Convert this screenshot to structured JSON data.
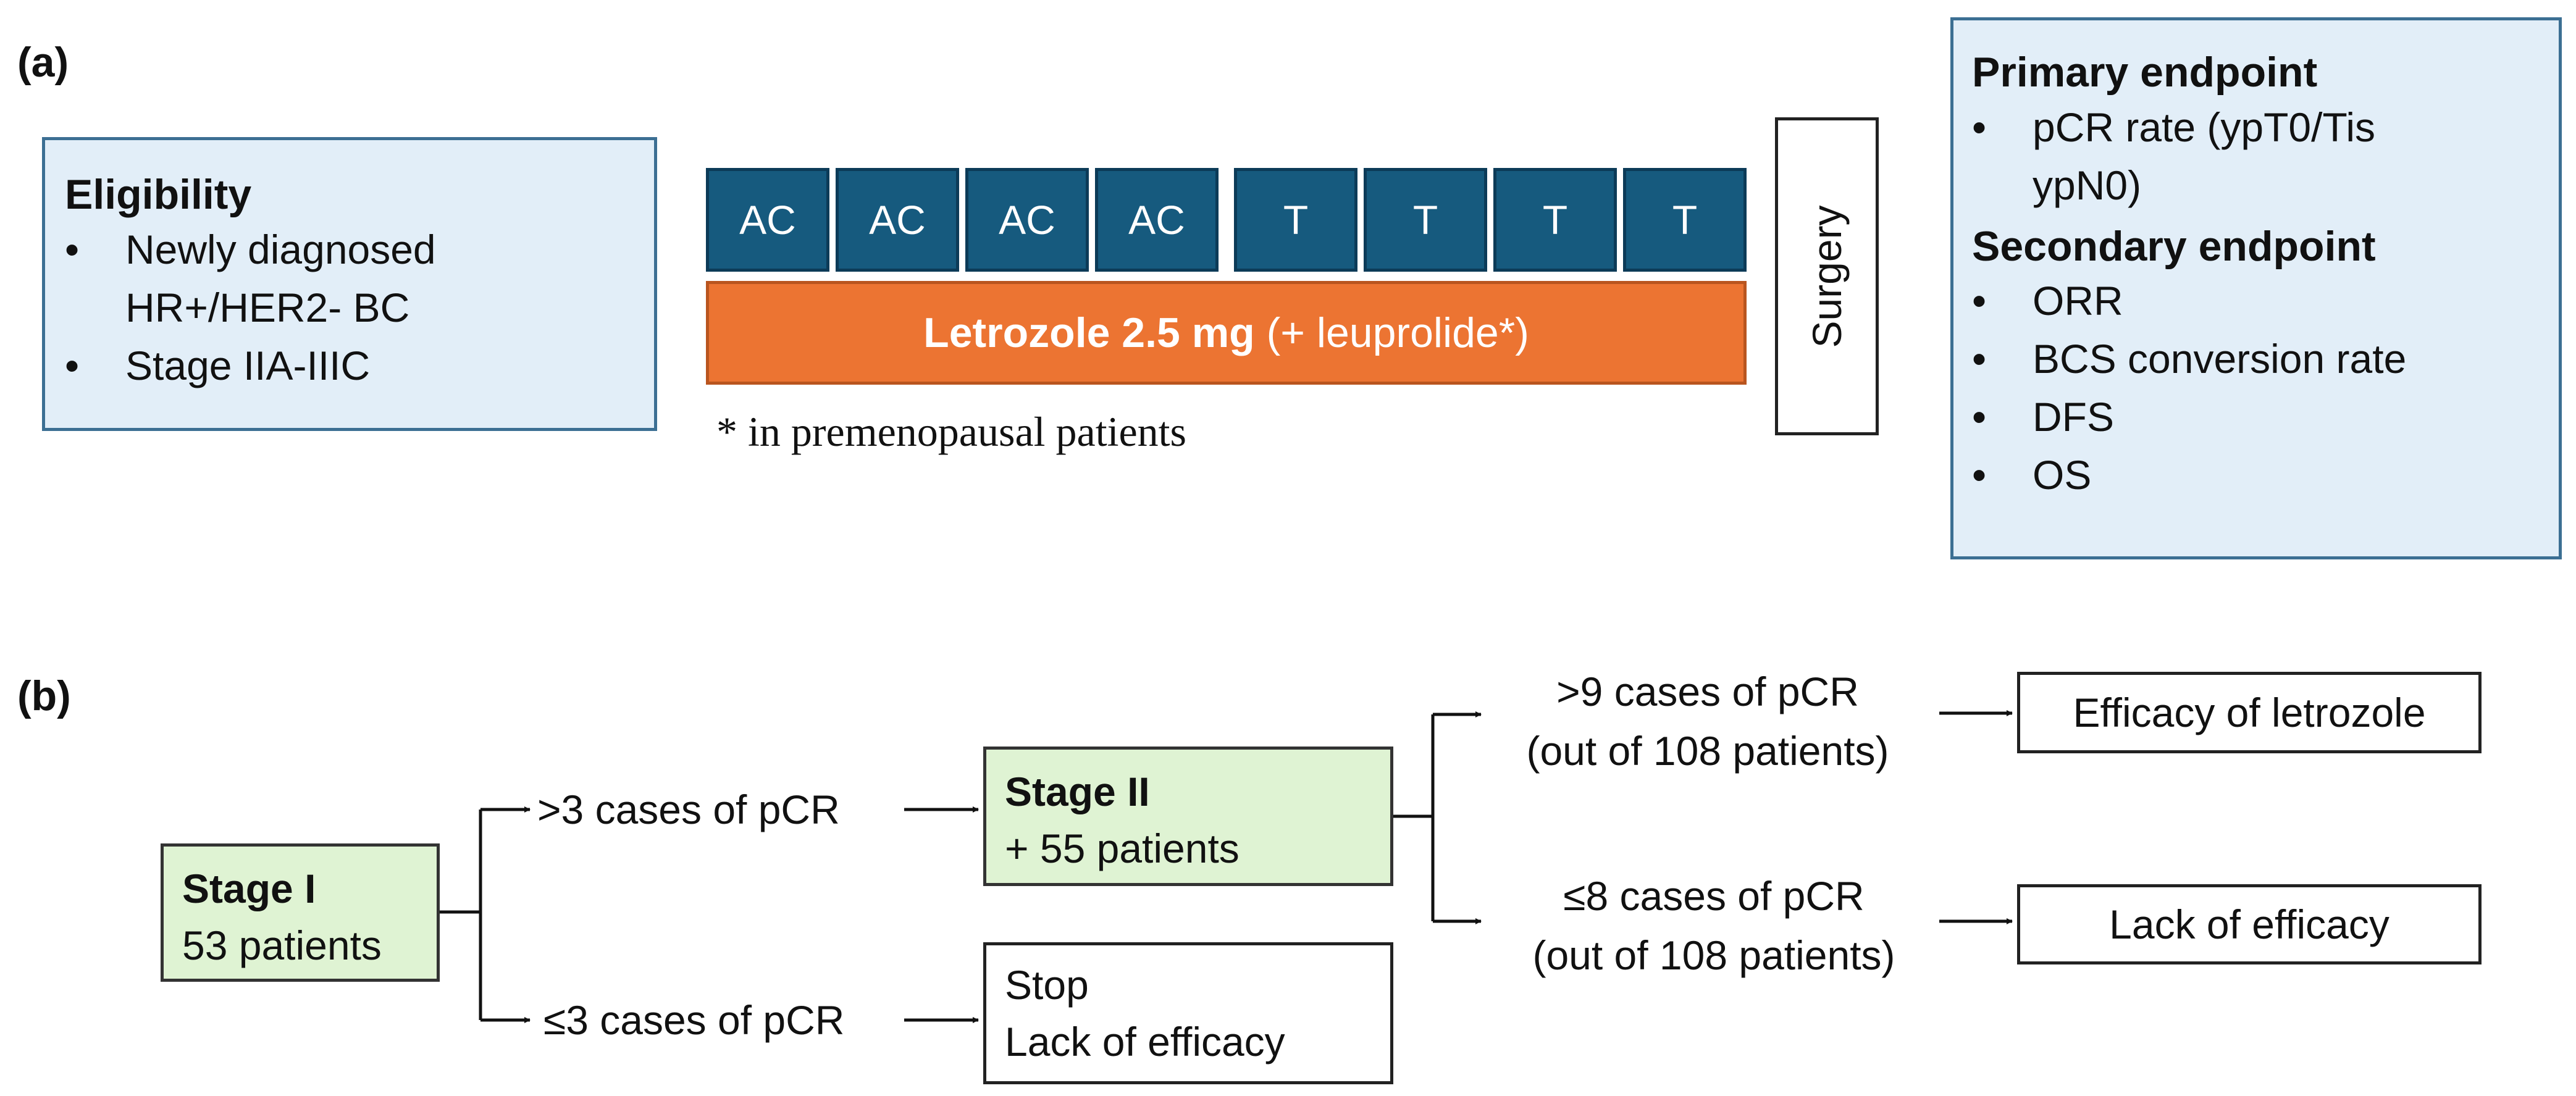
{
  "panel_a": {
    "label": "(a)",
    "eligibility": {
      "title": "Eligibility",
      "items": [
        "Newly diagnosed HR+/HER2- BC",
        "Stage IIA-IIIC"
      ]
    },
    "cycles": [
      "AC",
      "AC",
      "AC",
      "AC",
      "T",
      "T",
      "T",
      "T"
    ],
    "letrozole": {
      "bold": "Letrozole 2.5 mg",
      "rest": " (+ leuprolide*)"
    },
    "footnote": "* in premenopausal patients",
    "surgery": "Surgery",
    "endpoints": {
      "primary_title": "Primary endpoint",
      "primary_items": [
        "pCR rate (ypT0/Tis ypN0)"
      ],
      "secondary_title": "Secondary endpoint",
      "secondary_items": [
        "ORR",
        "BCS conversion rate",
        "DFS",
        "OS"
      ]
    }
  },
  "panel_b": {
    "label": "(b)",
    "stage1": {
      "title": "Stage I",
      "text": "53 patients"
    },
    "cond_gt3": ">3 cases of pCR",
    "cond_le3": "≤3 cases of pCR",
    "stop": {
      "line1": "Stop",
      "line2": "Lack of efficacy"
    },
    "stage2": {
      "title": "Stage II",
      "text": "+ 55 patients"
    },
    "cond_gt9": {
      "line1": ">9 cases of pCR",
      "line2": "(out of 108 patients)"
    },
    "cond_le8": {
      "line1": "≤8 cases of pCR",
      "line2": "(out of 108 patients)"
    },
    "efficacy": "Efficacy of letrozole",
    "lack": "Lack of efficacy"
  },
  "colors": {
    "blue_box_fill": "#e2eef8",
    "blue_box_border": "#3c6f93",
    "cycle_blue": "#165a7e",
    "letrozole_orange": "#ec7432",
    "stage_green": "#dff3d3"
  }
}
